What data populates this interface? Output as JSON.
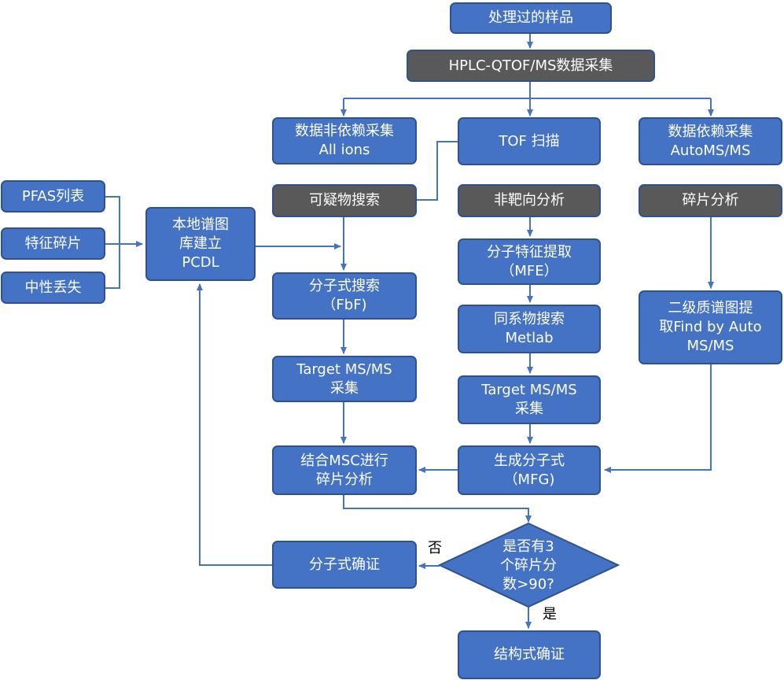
{
  "nodes": {
    "processed_sample": "处理过的样品",
    "hplc_qtof": "HPLC-QTOF/MS数据采集",
    "data_independent": "数据非依赖采集\nAll ions",
    "tof_scan": "TOF 扫描",
    "data_dependent": "数据依赖采集\nAutoMS/MS",
    "suspect_search": "可疑物搜索",
    "nontarget_analysis": "非靶向分析",
    "fragment_analysis": "碎片分析",
    "pfas_list": "PFAS列表",
    "feature_fragments": "特征碎片",
    "neutral_loss": "中性丢失",
    "local_library": "本地谱图\n库建立\nPCDL",
    "formula_search_fbf": "分子式搜索\n（FbF)",
    "feature_extraction_mfe": "分子特征提取\n（MFE）",
    "homolog_search": "同系物搜索\nMetlab",
    "msms_extraction": "二级质谱图提\n取Find by Auto\nMS/MS",
    "target_msms_left": "Target MS/MS\n采集",
    "target_msms_mid": "Target MS/MS\n采集",
    "msc_fragment_analysis": "结合MSC进行\n碎片分析",
    "generate_formula_mfg": "生成分子式\n（MFG)",
    "decision": "是否有3\n个碎片分\n数>90?",
    "formula_confirmation": "分子式确证",
    "structure_confirmation": "结构式确证"
  },
  "edge_labels": {
    "no": "否",
    "yes": "是"
  },
  "colors": {
    "box_fill": "#4472C4",
    "box_border": "#2F528F",
    "dark_box_fill": "#595959",
    "line": "#4472C4"
  }
}
